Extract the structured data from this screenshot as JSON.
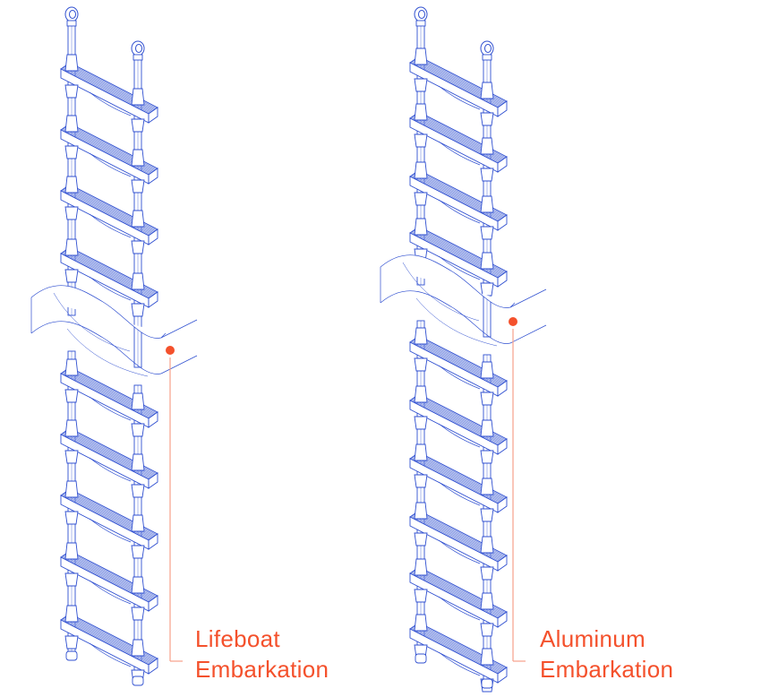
{
  "colors": {
    "line": "#2f4fd0",
    "tread": "#8fa2e6",
    "accent": "#f4512c",
    "leader": "#f6a08a"
  },
  "ladders": [
    {
      "name": "lifeboat-embarkation-ladder",
      "label_line1": "Lifeboat",
      "label_line2": "Embarkation"
    },
    {
      "name": "aluminum-embarkation-ladder",
      "label_line1": "Aluminum",
      "label_line2": "Embarkation"
    }
  ]
}
